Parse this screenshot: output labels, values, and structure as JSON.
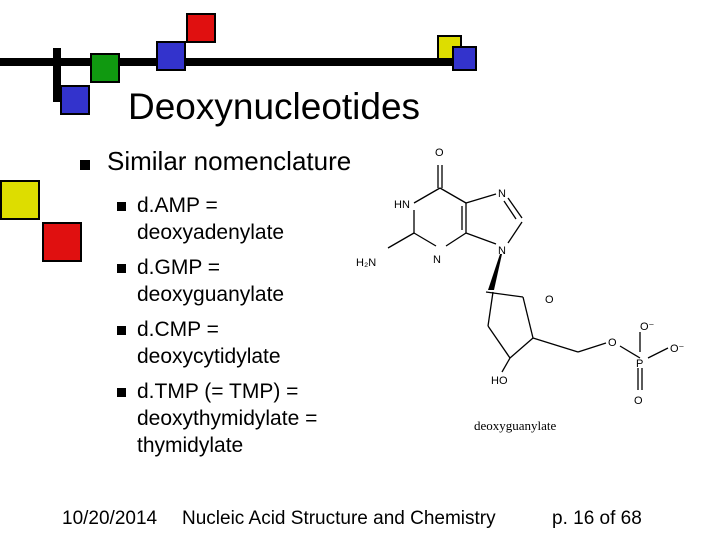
{
  "slide": {
    "title": "Deoxynucleotides",
    "bullet_main": "Similar nomenclature",
    "sub_bullets": [
      {
        "line1": "d.AMP =",
        "line2": "deoxyadenylate"
      },
      {
        "line1": "d.GMP =",
        "line2": "deoxyguanylate"
      },
      {
        "line1": "d.CMP =",
        "line2": "deoxycytidylate"
      },
      {
        "line1": "d.TMP (= TMP) =",
        "line2": "deoxythymidylate =",
        "line3": "thymidylate"
      }
    ]
  },
  "figure": {
    "caption": "deoxyguanylate",
    "atom_labels": {
      "o_top": "O",
      "hn": "HN",
      "n_ring_top": "N",
      "n_ring_left": "N",
      "n_ring_right": "N",
      "h2n": "H₂N",
      "o_sugar": "O",
      "o_link": "O",
      "o_minus_top": "O⁻",
      "o_minus_right": "O⁻",
      "p": "P",
      "o_bottom": "O",
      "ho": "HO"
    }
  },
  "footer": {
    "date": "10/20/2014",
    "course": "Nucleic Acid Structure and Chemistry",
    "page": "p. 16 of 68"
  },
  "colors": {
    "red": "#e01010",
    "blue": "#3333cc",
    "green": "#109910",
    "yellow": "#dddd00"
  }
}
